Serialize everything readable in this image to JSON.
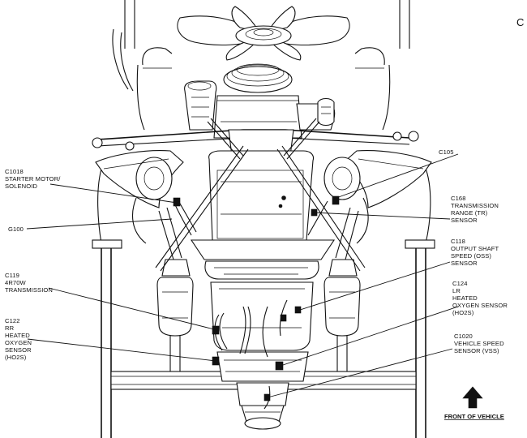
{
  "corner_mark": "C",
  "callouts": {
    "c1018": {
      "lines": [
        "C1018",
        "STARTER MOTOR/",
        "SOLENOID"
      ]
    },
    "g100": {
      "lines": [
        "G100"
      ]
    },
    "c119": {
      "lines": [
        "C119",
        "4R70W",
        "TRANSMISSION"
      ]
    },
    "c122": {
      "lines": [
        "C122",
        "RR",
        "HEATED",
        "OXYGEN",
        "SENSOR",
        "(HO2S)"
      ]
    },
    "c105": {
      "lines": [
        "C105"
      ]
    },
    "c168": {
      "lines": [
        "C168",
        "TRANSMISSION",
        "RANGE (TR)",
        "SENSOR"
      ]
    },
    "c118": {
      "lines": [
        "C118",
        "OUTPUT SHAFT",
        "SPEED (OSS)",
        "SENSOR"
      ]
    },
    "c124": {
      "lines": [
        "C124",
        "LR",
        "HEATED",
        "OXYGEN SENSOR",
        "(HO2S)"
      ]
    },
    "c1020": {
      "lines": [
        "C1020",
        "VEHICLE SPEED",
        "SENSOR (VSS)"
      ]
    }
  },
  "front_label": "FRONT OF VEHICLE",
  "front_icon": "arrow-up-icon"
}
